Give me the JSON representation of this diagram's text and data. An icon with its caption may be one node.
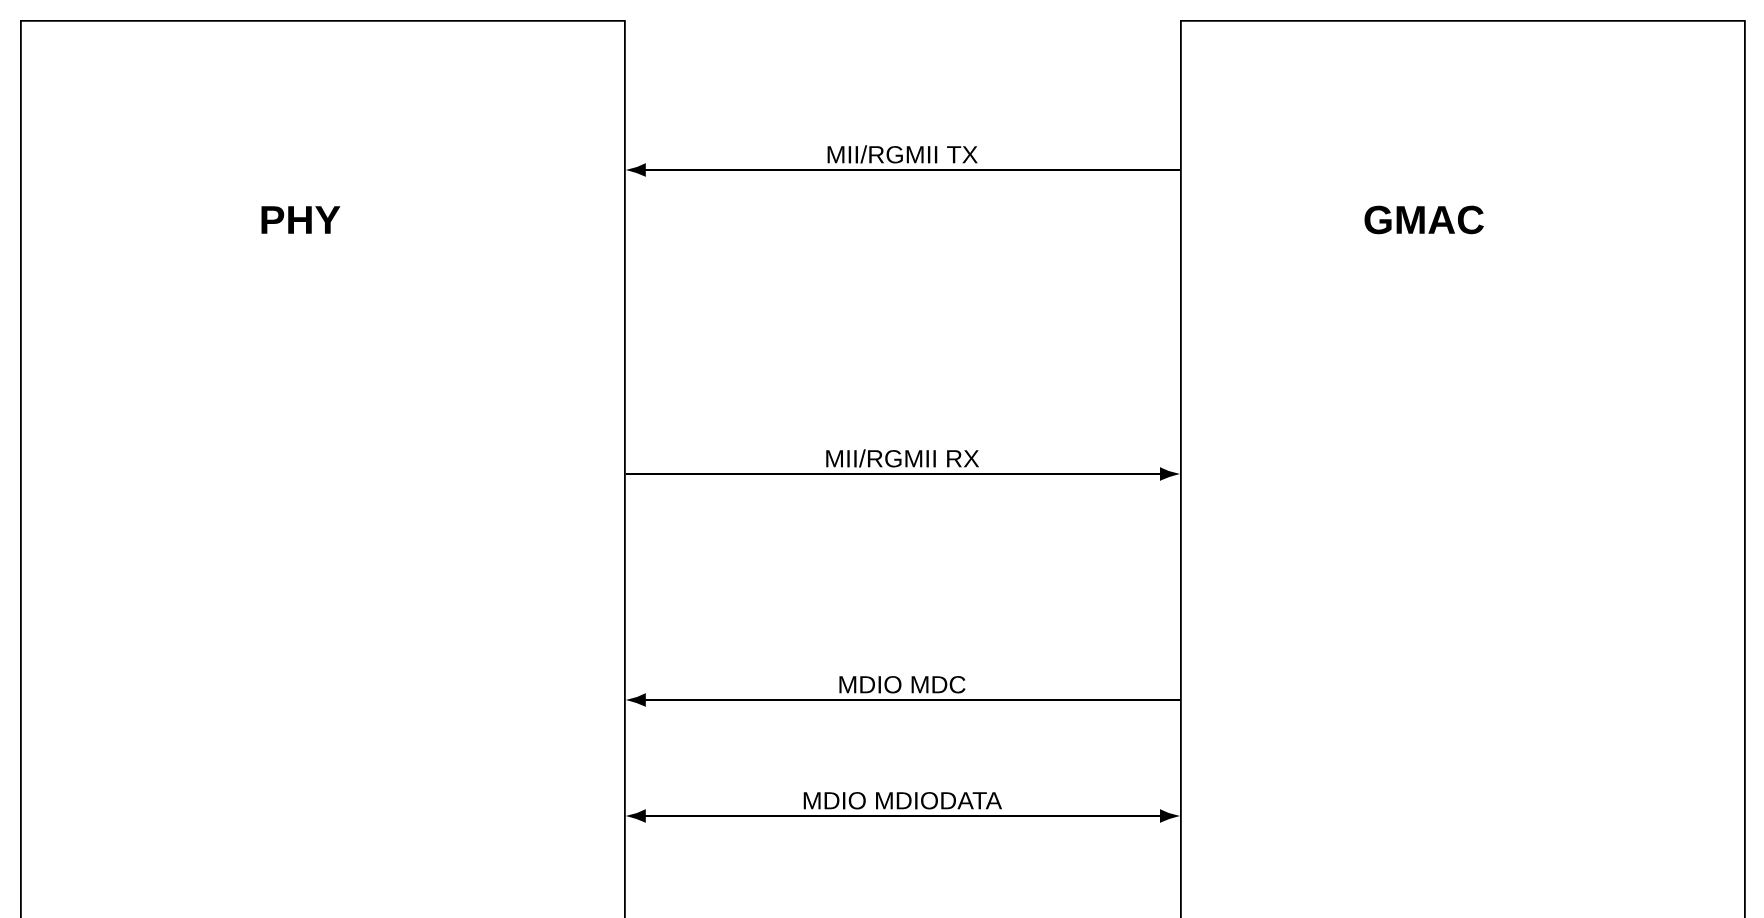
{
  "diagram": {
    "nodes": [
      {
        "text": [
          "PHY"
        ]
      },
      {
        "text": [
          "GMAC"
        ]
      }
    ],
    "edges": [
      {
        "from": 1,
        "to": 0,
        "arrow": "to",
        "label": "MII/RGMII TX"
      },
      {
        "from": 0,
        "to": 1,
        "arrow": "to",
        "label": "MII/RGMII RX"
      },
      {
        "from": 1,
        "to": 0,
        "arrow": "to",
        "label": "MDIO MDC"
      },
      {
        "from": 0,
        "to": 1,
        "arrow": "both",
        "label": "MDIO MDIODATA"
      }
    ]
  }
}
